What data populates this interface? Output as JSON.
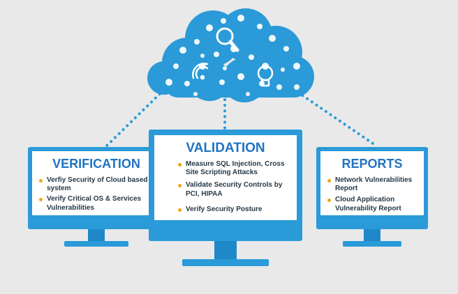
{
  "colors": {
    "accent": "#2a9ad8",
    "heading": "#1f73c2",
    "bullet": "#f2a21b",
    "background": "#e9e9ea"
  },
  "cloud": {
    "icons": [
      "search-icon",
      "cloud-icon",
      "location-pin-icon",
      "wifi-icon",
      "lightbulb-icon",
      "mail-icon",
      "gear-icon",
      "headset-icon",
      "phone-icon",
      "cart-icon",
      "music-icon",
      "people-icon"
    ]
  },
  "monitors": {
    "verification": {
      "title": "VERIFICATION",
      "items": [
        "Verfiy Security of Cloud based system",
        "Verify Critical OS & Services Vulnerabilities"
      ]
    },
    "validation": {
      "title": "VALIDATION",
      "items": [
        "Measure SQL Injection, Cross Site Scripting Attacks",
        "Validate Security Controls by PCI, HIPAA",
        "Verify Security Posture"
      ]
    },
    "reports": {
      "title": "REPORTS",
      "items": [
        "Network Vulnerabilities Report",
        "Cloud Application Vulnerability Report"
      ]
    }
  }
}
